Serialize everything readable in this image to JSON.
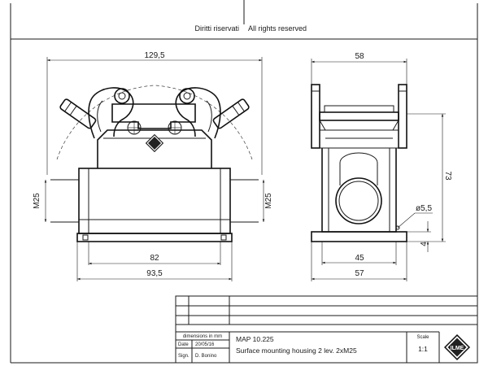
{
  "header": {
    "rights_it": "Diritti riservati",
    "rights_en": "All rights reserved"
  },
  "front_view": {
    "dim_top": "129,5",
    "dim_left_thread": "M25",
    "dim_right_thread": "M25",
    "dim_inner_width": "82",
    "dim_outer_width": "93,5"
  },
  "side_view": {
    "dim_top": "58",
    "dim_height": "73",
    "dim_hole": "ø5,5",
    "dim_base": "4",
    "dim_inner_width": "45",
    "dim_outer_width": "57"
  },
  "title_block": {
    "units_note": "dimensions in mm",
    "date_label": "Date",
    "date_value": "20/05/16",
    "sign_label": "Sign.",
    "sign_value": "D. Bonino",
    "part_number": "MAP 10.225",
    "description": "Surface mounting housing 2 lev. 2xM25",
    "scale_label": "Scale",
    "scale_value": "1:1",
    "logo_text": "ILME"
  },
  "colors": {
    "line": "#1a1a1a",
    "background": "#ffffff"
  }
}
